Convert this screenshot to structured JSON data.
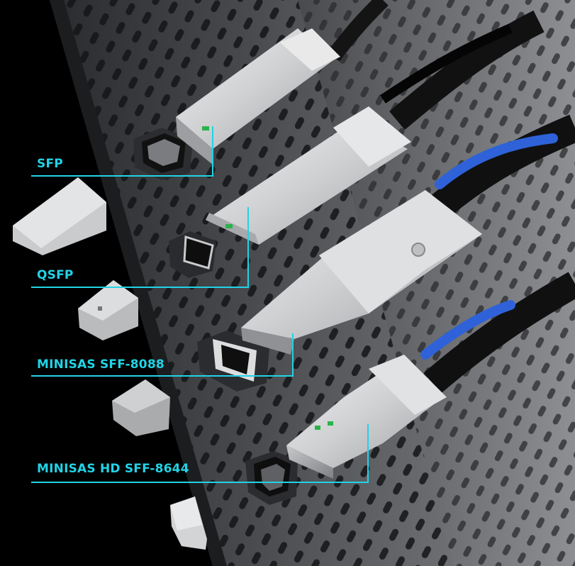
{
  "labels": {
    "sfp": "SFP",
    "qsfp": "QSFP",
    "minisas": "MINISAS SFF-8088",
    "minisas_hd": "MINISAS HD SFF-8644"
  },
  "colors": {
    "background": "#000000",
    "panel": "#3a3c40",
    "callout": "#22d3e6",
    "connector_metal": "#d9dadc",
    "cable": "#1a1a1a",
    "pull_tab": "#2f62d8"
  }
}
